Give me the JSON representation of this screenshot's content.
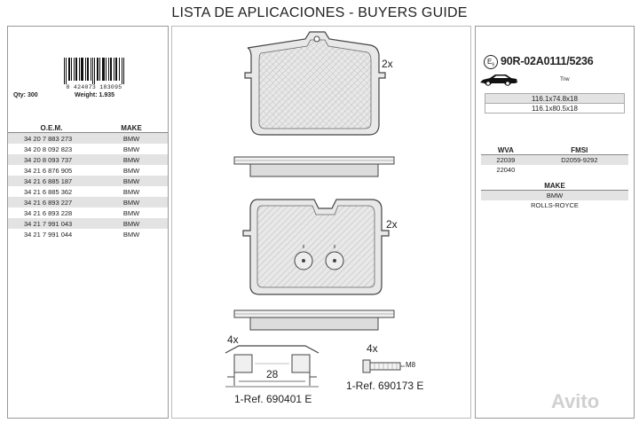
{
  "page": {
    "title": "LISTA DE APLICACIONES - BUYERS GUIDE"
  },
  "left": {
    "barcode_number": "8 424073 183095",
    "qty_label": "Qty: 300",
    "weight_label": "Weight: 1.935",
    "table": {
      "headers": [
        "O.E.M.",
        "MAKE"
      ],
      "rows": [
        [
          "34 20 7 883 273",
          "BMW"
        ],
        [
          "34 20 8 092 823",
          "BMW"
        ],
        [
          "34 20 8 093 737",
          "BMW"
        ],
        [
          "34 21 6 876 905",
          "BMW"
        ],
        [
          "34 21 6 885 187",
          "BMW"
        ],
        [
          "34 21 6 885 362",
          "BMW"
        ],
        [
          "34 21 6 893 227",
          "BMW"
        ],
        [
          "34 21 6 893 228",
          "BMW"
        ],
        [
          "34 21 7 991 043",
          "BMW"
        ],
        [
          "34 21 7 991 044",
          "BMW"
        ]
      ]
    }
  },
  "center": {
    "qty_top": "2x",
    "qty_bottom": "2x",
    "qty_clip": "4x",
    "qty_bolt": "4x",
    "clip_dim": "28",
    "bolt_thread": "M8",
    "ref_clip": "1-Ref. 690401 E",
    "ref_bolt": "1-Ref. 690173 E"
  },
  "right": {
    "ece_symbol": "E",
    "ece_num": "9",
    "ref_code": "90R-02A0111/5236",
    "brand": "Trw",
    "dimensions": [
      "116.1x74.8x18",
      "116.1x80.5x18"
    ],
    "wva": {
      "headers": [
        "WVA",
        "FMSI"
      ],
      "rows": [
        [
          "22039",
          "D2059-9292"
        ],
        [
          "22040",
          ""
        ]
      ]
    },
    "make": {
      "header": "MAKE",
      "rows": [
        "BMW",
        "ROLLS-ROYCE"
      ]
    }
  },
  "watermark": "Avito"
}
